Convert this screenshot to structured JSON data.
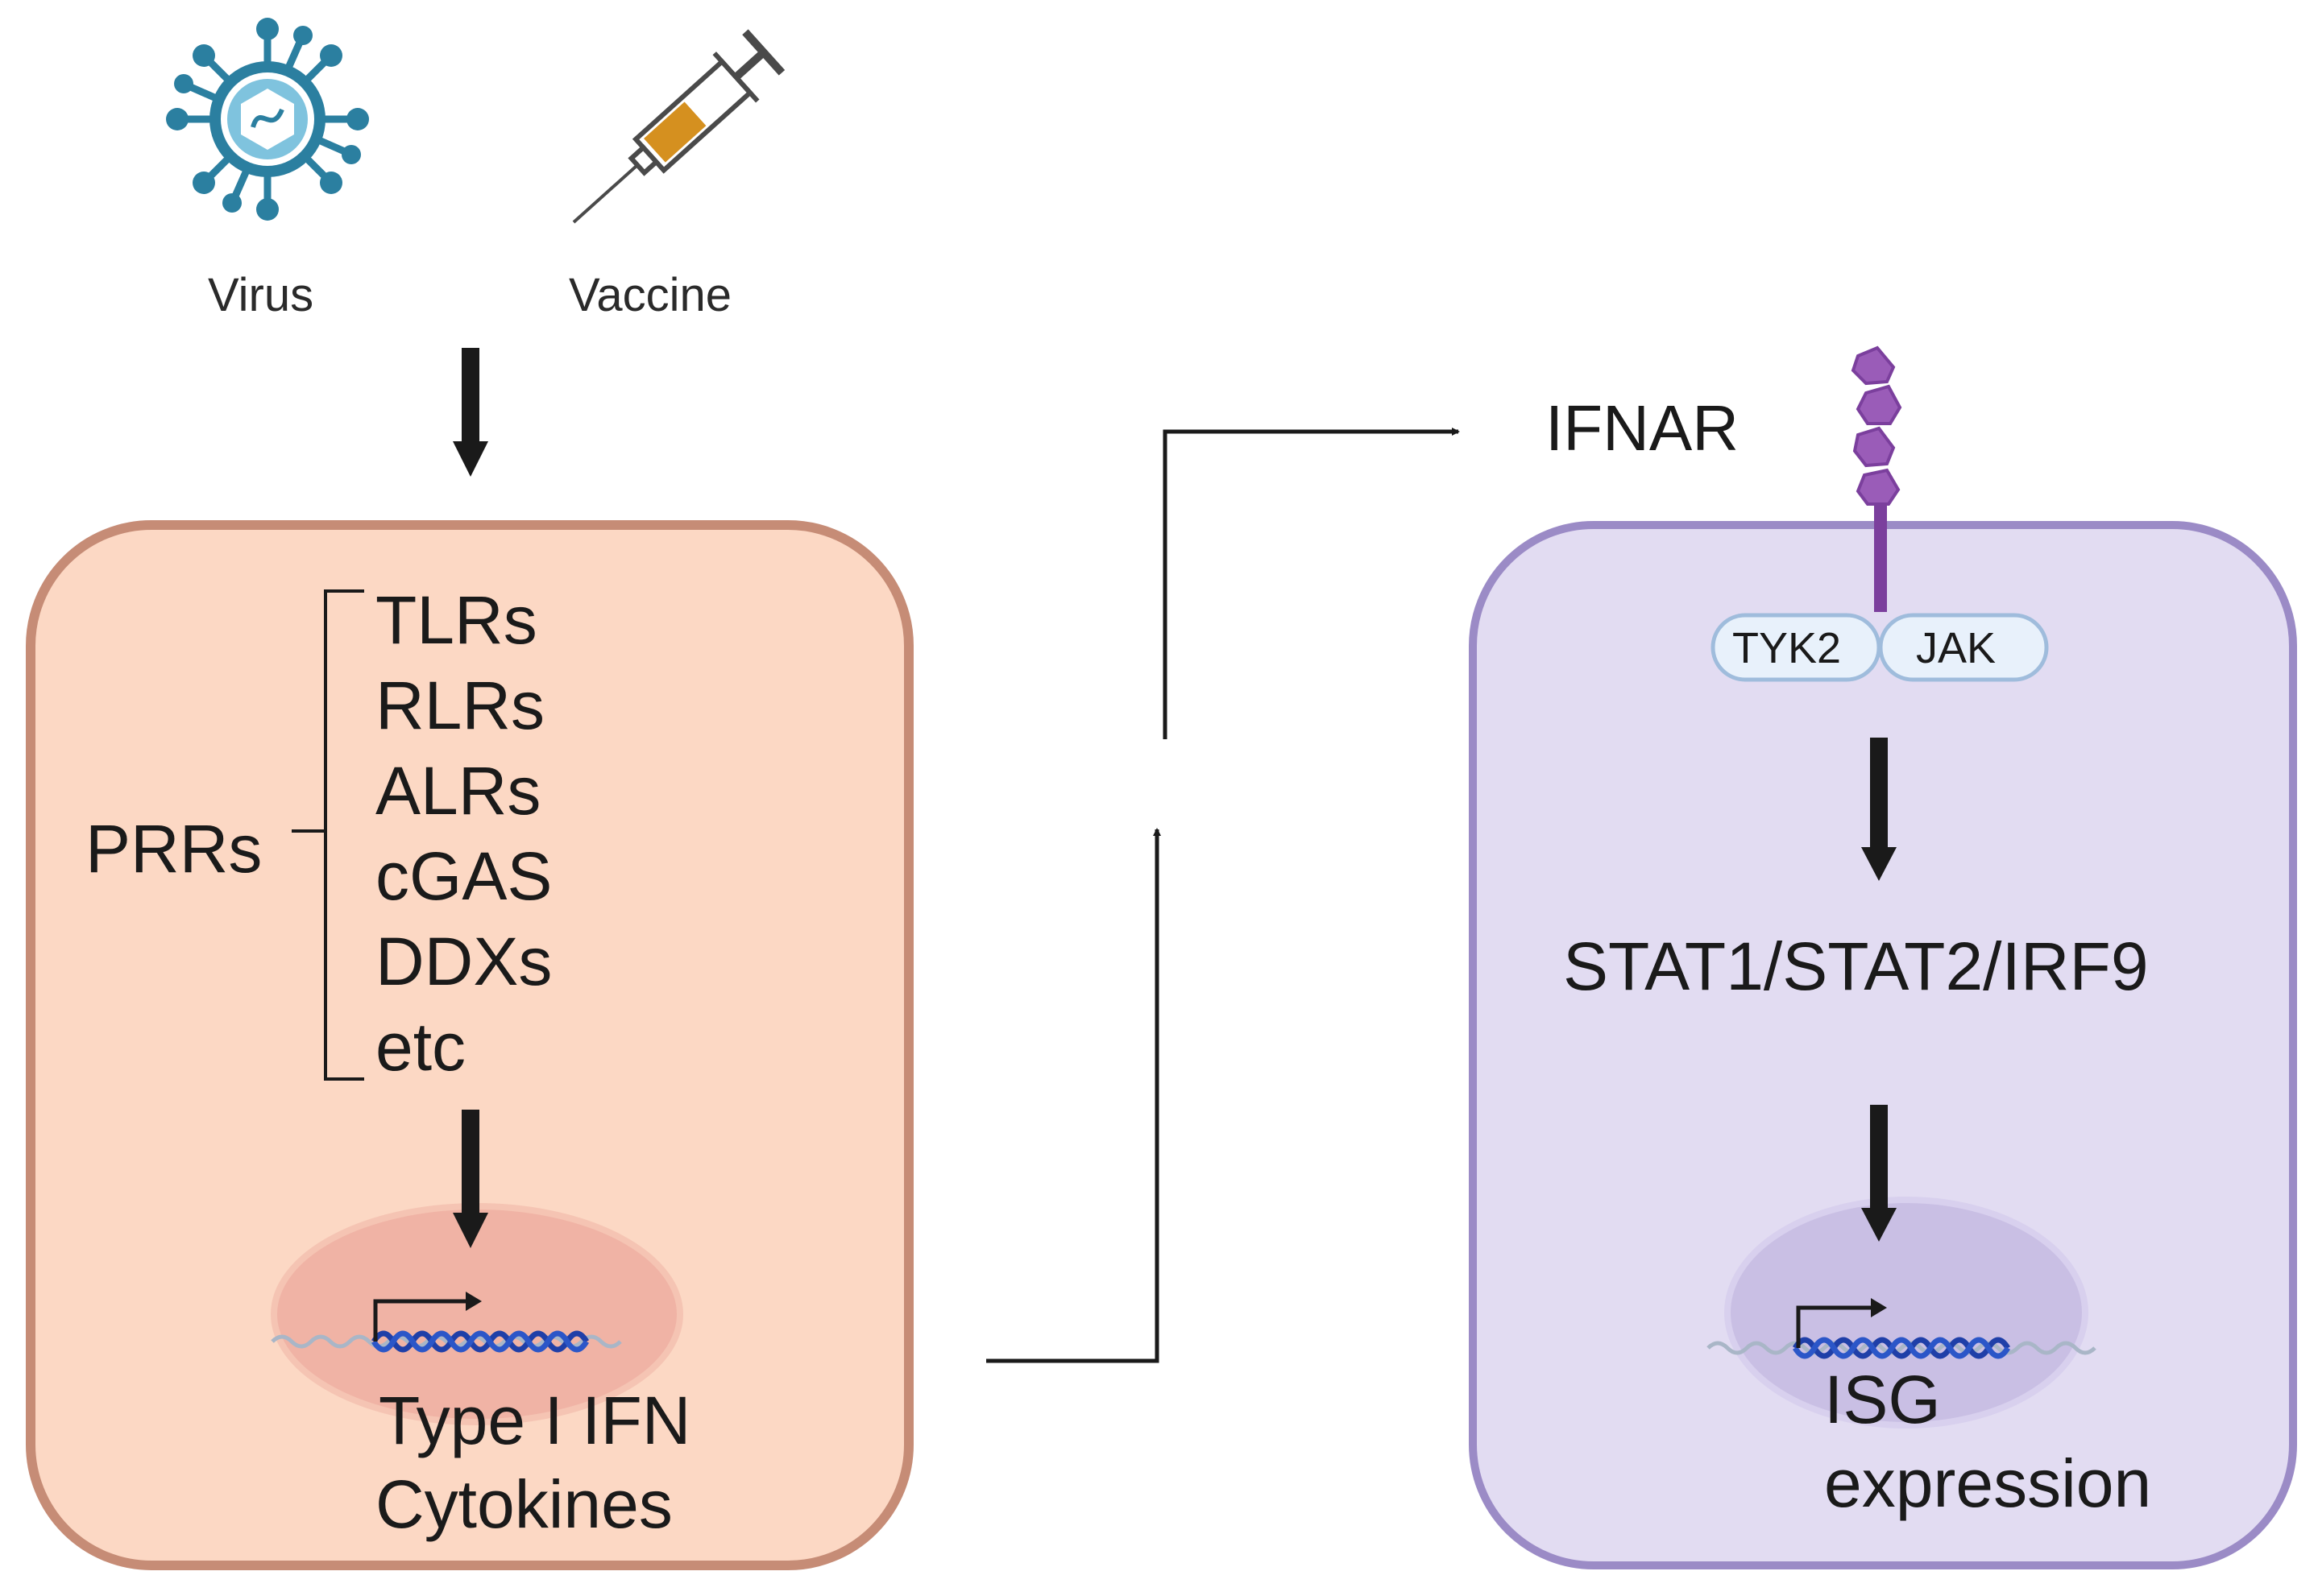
{
  "inputs": {
    "virus_label": "Virus",
    "vaccine_label": "Vaccine"
  },
  "left_cell": {
    "prrs_label": "PRRs",
    "receptors": [
      "TLRs",
      "RLRs",
      "ALRs",
      "cGAS",
      "DDXs",
      "etc"
    ],
    "output_line1": "Type I IFN",
    "output_line2": "Cytokines"
  },
  "right_cell": {
    "receptor_label": "IFNAR",
    "kinase_left": "TYK2",
    "kinase_right": "JAK",
    "complex_label": "STAT1/STAT2/IRF9",
    "output_line1": "ISG",
    "output_line2": "expression"
  },
  "colors": {
    "left_cell_fill": "#fcd8c4",
    "left_cell_stroke": "#c68c76",
    "left_nucleus_fill": "#f0b3a5",
    "right_cell_fill": "#e2dcf2",
    "right_cell_stroke": "#9b8bc6",
    "right_nucleus_fill": "#c9bfe4",
    "virus": "#2b7fa0",
    "receptor_purple": "#9a5cb8",
    "syringe_fluid": "#d5901f",
    "arrow": "#1a1a1a",
    "dna": "#1f3fa8"
  },
  "icons": [
    "virus-icon",
    "syringe-icon",
    "receptor-icon",
    "dna-icon",
    "promoter-arrow-icon"
  ]
}
